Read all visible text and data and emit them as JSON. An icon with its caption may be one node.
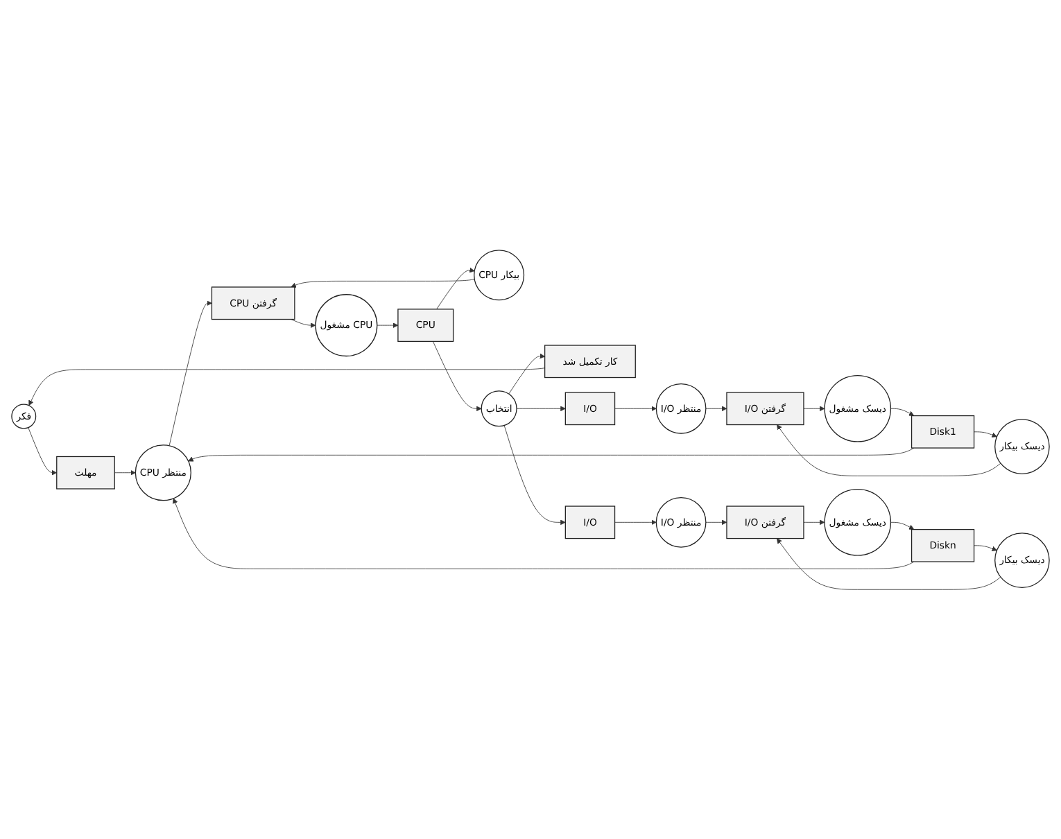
{
  "diagram": {
    "nodes": [
      {
        "text": [
          "فکر"
        ]
      },
      {
        "text": [
          "مهلت"
        ]
      },
      {
        "text": [
          "منتظر CPU"
        ]
      },
      {
        "text": [
          "گرفتن CPU"
        ]
      },
      {
        "text": [
          "بیکار CPU"
        ]
      },
      {
        "text": [
          "CPU مشغول"
        ]
      },
      {
        "text": [
          "CPU"
        ]
      },
      {
        "text": [
          "انتخاب"
        ]
      },
      {
        "text": [
          "کار تکمیل شد"
        ]
      },
      {
        "text": [
          "I/O"
        ]
      },
      {
        "text": [
          "منتظر I/O"
        ]
      },
      {
        "text": [
          "گرفتن I/O"
        ]
      },
      {
        "text": [
          "دیسک مشغول"
        ]
      },
      {
        "text": [
          "دیسک بیکار"
        ]
      },
      {
        "text": [
          "Disk1"
        ]
      },
      {
        "text": [
          "I/O"
        ]
      },
      {
        "text": [
          "منتظر I/O"
        ]
      },
      {
        "text": [
          "گرفتن I/O"
        ]
      },
      {
        "text": [
          "دیسک مشغول"
        ]
      },
      {
        "text": [
          "دیسک بیکار"
        ]
      },
      {
        "text": [
          "Diskn"
        ]
      }
    ],
    "edges": [
      {
        "from": 0,
        "to": 1,
        "arrow": "to"
      },
      {
        "from": 1,
        "to": 2,
        "arrow": "to"
      },
      {
        "from": 2,
        "to": 3,
        "arrow": "to"
      },
      {
        "from": 4,
        "to": 3,
        "arrow": "to"
      },
      {
        "from": 3,
        "to": 5,
        "arrow": "to"
      },
      {
        "from": 5,
        "to": 6,
        "arrow": "to"
      },
      {
        "from": 6,
        "to": 4,
        "arrow": "to"
      },
      {
        "from": 6,
        "to": 7,
        "arrow": "to"
      },
      {
        "from": 7,
        "to": 8,
        "arrow": "to"
      },
      {
        "from": 8,
        "to": 0,
        "arrow": "to"
      },
      {
        "from": 7,
        "to": 9,
        "arrow": "to"
      },
      {
        "from": 9,
        "to": 10,
        "arrow": "to"
      },
      {
        "from": 7,
        "to": 15,
        "arrow": "to"
      },
      {
        "from": 15,
        "to": 16,
        "arrow": "to"
      },
      {
        "from": 10,
        "to": 11,
        "arrow": "to"
      },
      {
        "from": 13,
        "to": 11,
        "arrow": "to"
      },
      {
        "from": 11,
        "to": 12,
        "arrow": "to"
      },
      {
        "from": 12,
        "to": 14,
        "arrow": "to"
      },
      {
        "from": 14,
        "to": 13,
        "arrow": "to"
      },
      {
        "from": 14,
        "to": 2,
        "arrow": "to"
      },
      {
        "from": 16,
        "to": 17,
        "arrow": "to"
      },
      {
        "from": 19,
        "to": 17,
        "arrow": "to"
      },
      {
        "from": 17,
        "to": 18,
        "arrow": "to"
      },
      {
        "from": 18,
        "to": 20,
        "arrow": "to"
      },
      {
        "from": 20,
        "to": 19,
        "arrow": "to"
      },
      {
        "from": 20,
        "to": 2,
        "arrow": "to"
      }
    ]
  }
}
